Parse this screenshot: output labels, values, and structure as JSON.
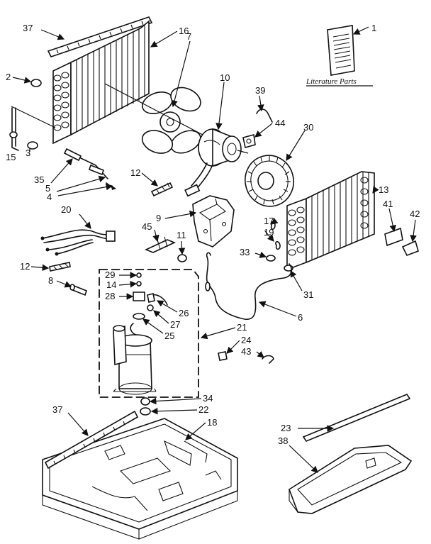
{
  "diagram": {
    "literature": {
      "caption": "Literature Parts",
      "booklet_lines": [
        "",
        "",
        "",
        ""
      ]
    },
    "callouts": [
      {
        "id": "c1",
        "text": "1"
      },
      {
        "id": "c2",
        "text": "2"
      },
      {
        "id": "c3",
        "text": "3"
      },
      {
        "id": "c4",
        "text": "4"
      },
      {
        "id": "c5",
        "text": "5"
      },
      {
        "id": "c6",
        "text": "6"
      },
      {
        "id": "c7",
        "text": "7"
      },
      {
        "id": "c8",
        "text": "8"
      },
      {
        "id": "c9",
        "text": "9"
      },
      {
        "id": "c10",
        "text": "10"
      },
      {
        "id": "c11",
        "text": "11"
      },
      {
        "id": "c12a",
        "text": "12"
      },
      {
        "id": "c12b",
        "text": "12"
      },
      {
        "id": "c13",
        "text": "13"
      },
      {
        "id": "c14",
        "text": "14"
      },
      {
        "id": "c15",
        "text": "15"
      },
      {
        "id": "c16",
        "text": "16"
      },
      {
        "id": "c17",
        "text": "17"
      },
      {
        "id": "c18",
        "text": "18"
      },
      {
        "id": "c19",
        "text": "19"
      },
      {
        "id": "c20",
        "text": "20"
      },
      {
        "id": "c21",
        "text": "21"
      },
      {
        "id": "c22",
        "text": "22"
      },
      {
        "id": "c23",
        "text": "23"
      },
      {
        "id": "c24",
        "text": "24"
      },
      {
        "id": "c25",
        "text": "25"
      },
      {
        "id": "c26",
        "text": "26"
      },
      {
        "id": "c27",
        "text": "27"
      },
      {
        "id": "c28",
        "text": "28"
      },
      {
        "id": "c29",
        "text": "29"
      },
      {
        "id": "c30",
        "text": "30"
      },
      {
        "id": "c31",
        "text": "31"
      },
      {
        "id": "c33",
        "text": "33"
      },
      {
        "id": "c34",
        "text": "34"
      },
      {
        "id": "c35",
        "text": "35"
      },
      {
        "id": "c37a",
        "text": "37"
      },
      {
        "id": "c37b",
        "text": "37"
      },
      {
        "id": "c38",
        "text": "38"
      },
      {
        "id": "c39",
        "text": "39"
      },
      {
        "id": "c41",
        "text": "41"
      },
      {
        "id": "c42",
        "text": "42"
      },
      {
        "id": "c43",
        "text": "43"
      },
      {
        "id": "c44",
        "text": "44"
      },
      {
        "id": "c45",
        "text": "45"
      }
    ]
  }
}
